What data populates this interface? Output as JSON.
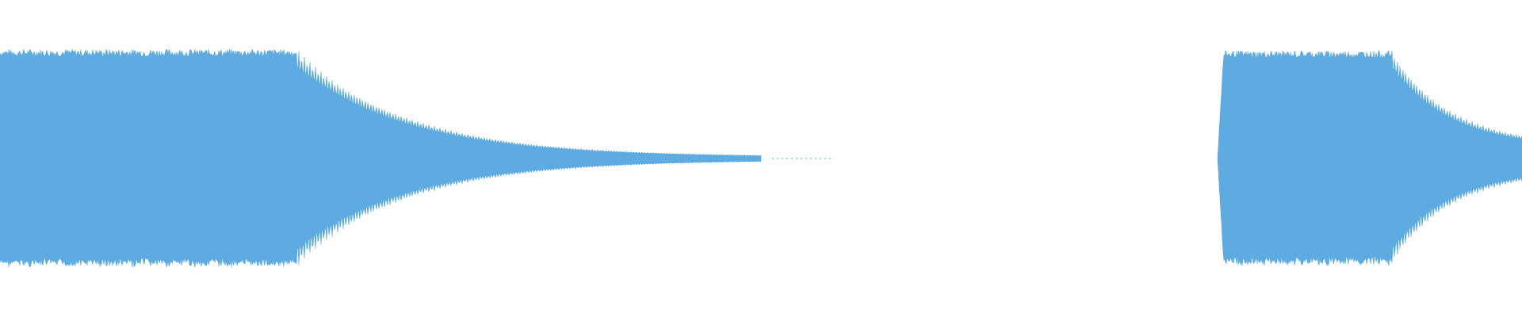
{
  "waveform": {
    "color": "#5dabe1",
    "background": "#ffffff",
    "segments": [
      {
        "kind": "sustain-then-decay",
        "sustain_level": 0.69,
        "sustain_end": 0.195,
        "decay_end": 0.5,
        "tail_level": 0.01,
        "start": 0.0
      },
      {
        "kind": "attack-sustain-decay",
        "start": 0.8,
        "sustain_level": 0.68,
        "sustain_end": 0.915,
        "decay_end": 1.0,
        "end_level": 0.08
      }
    ]
  }
}
